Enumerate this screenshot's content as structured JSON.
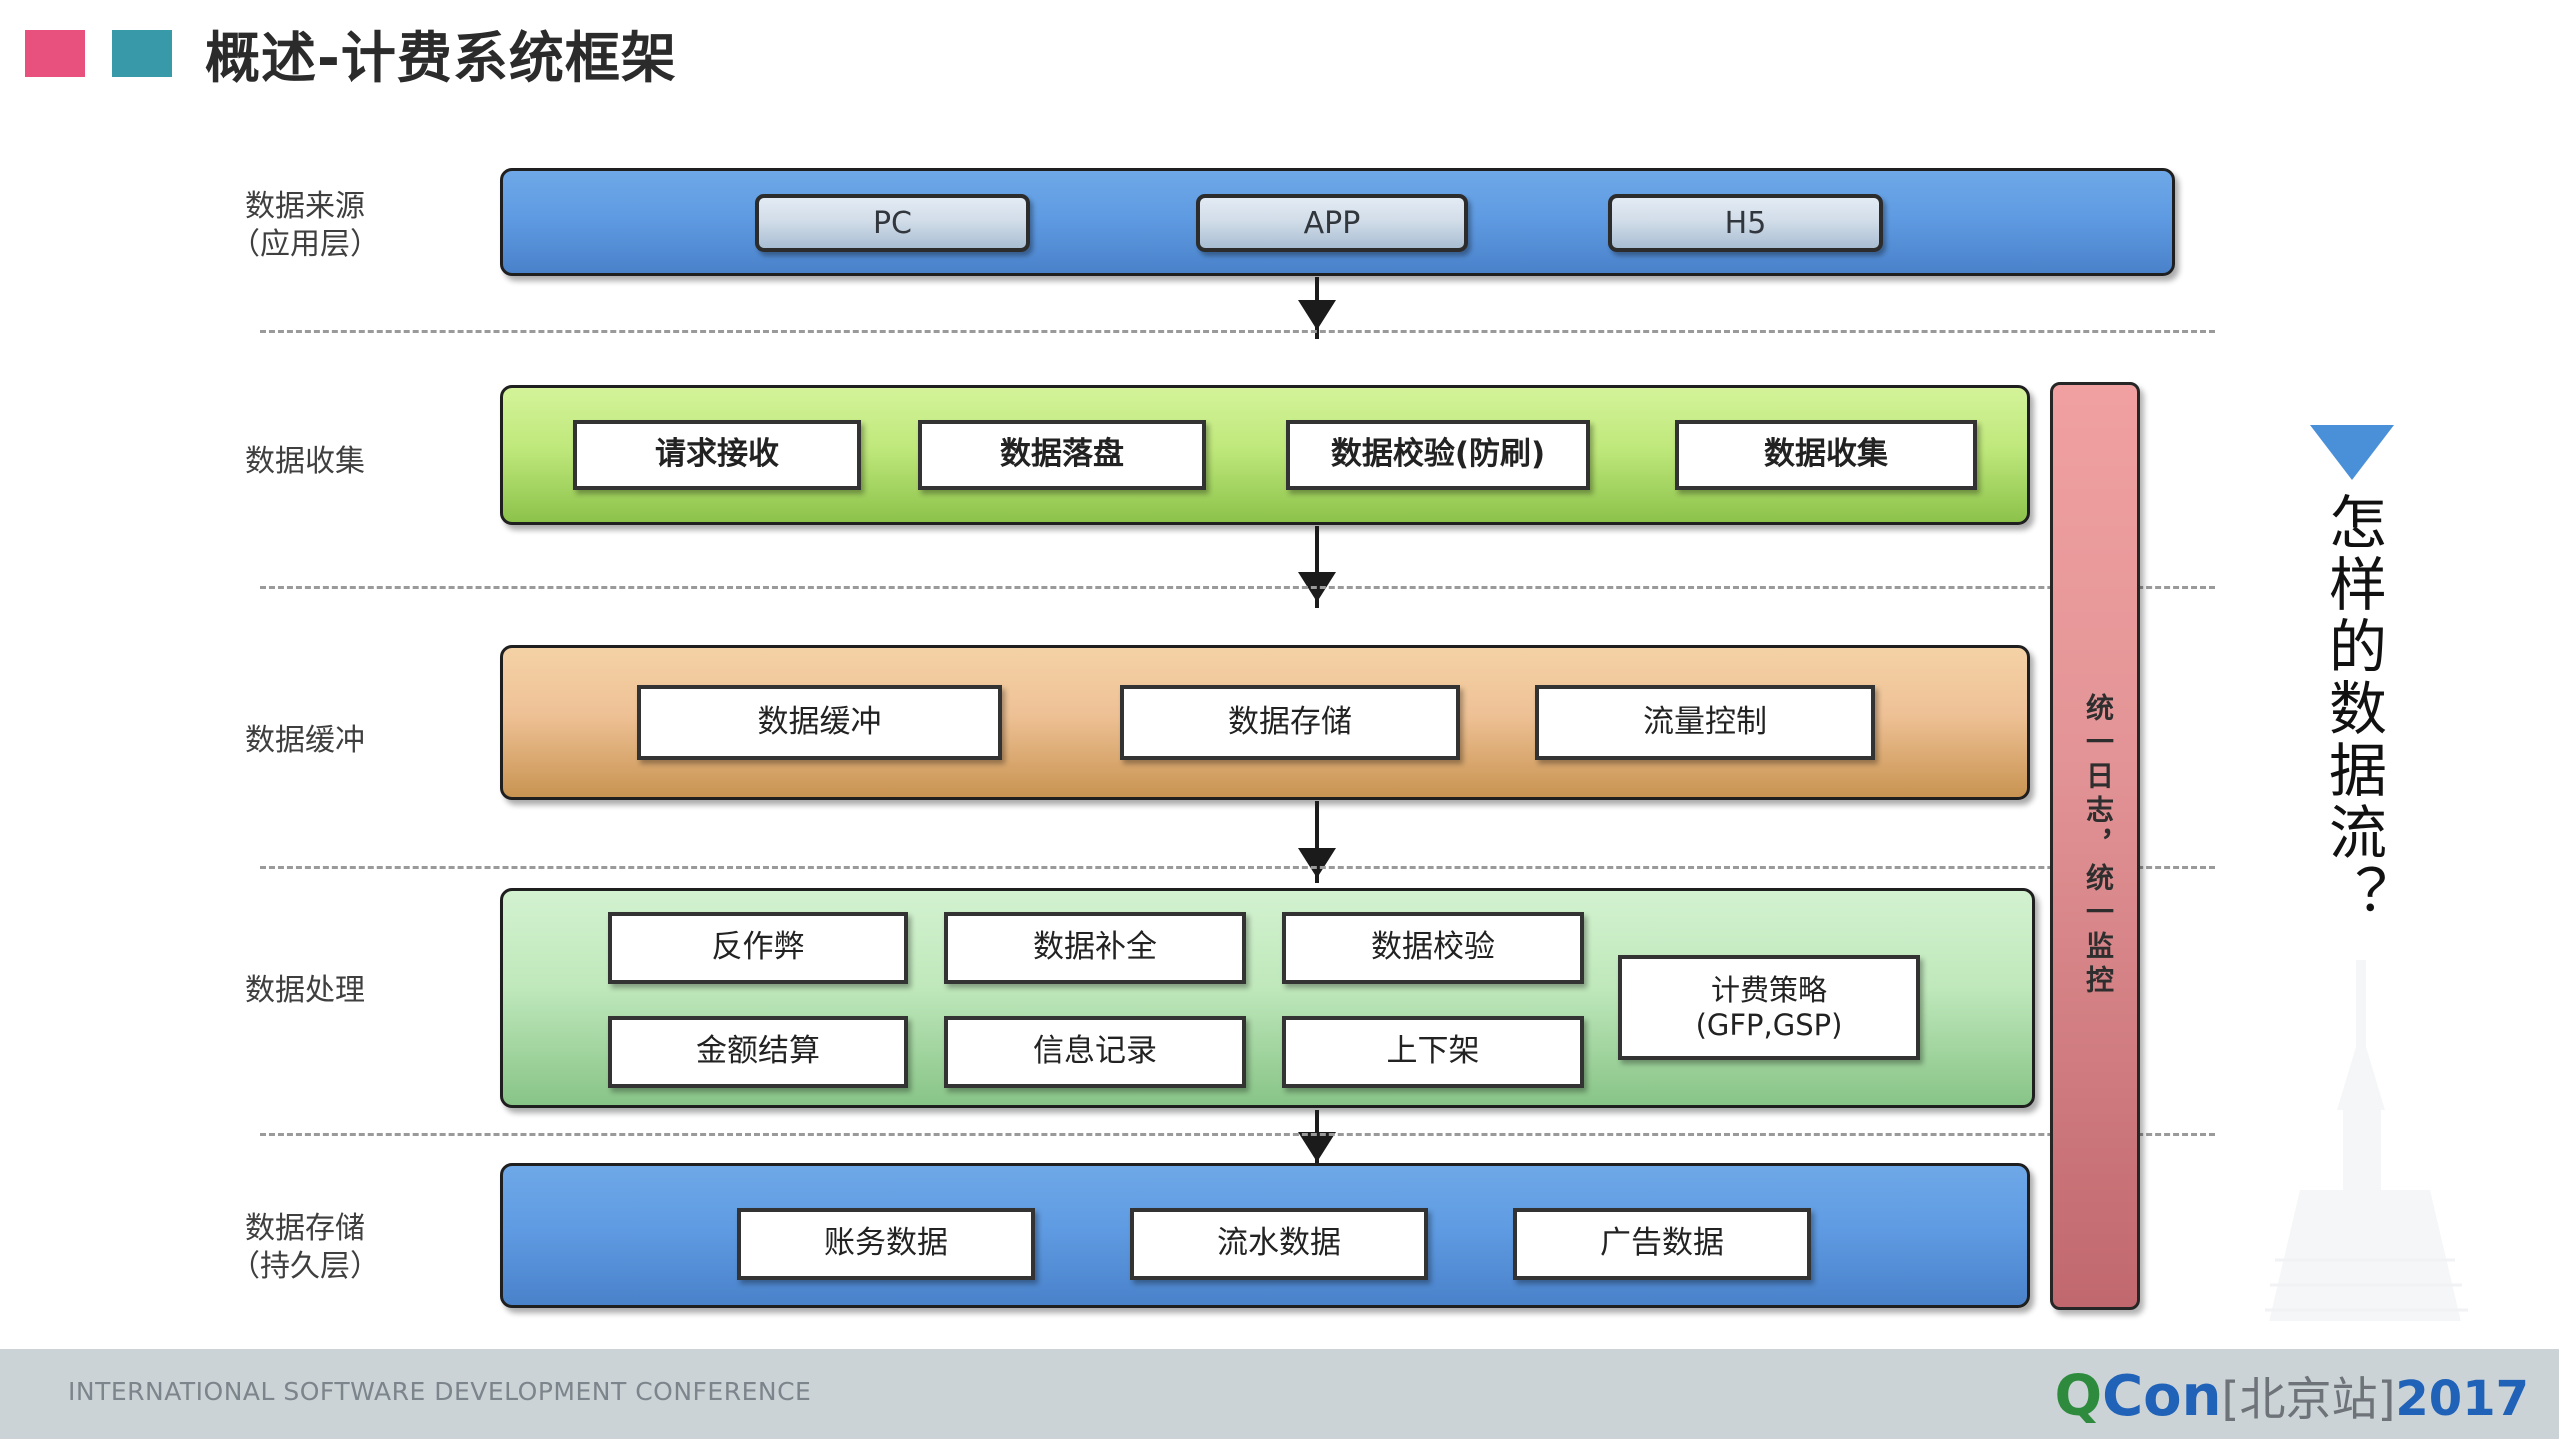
{
  "slide": {
    "title": "概述-计费系统框架",
    "accent_pink": "#e8507d",
    "accent_teal": "#3899a8"
  },
  "rows": [
    {
      "id": "source",
      "label": "数据来源\n（应用层）",
      "band_color": "#5f9be2",
      "items": [
        "PC",
        "APP",
        "H5"
      ]
    },
    {
      "id": "collect",
      "label": "数据收集",
      "band_color": "#bfe87b",
      "items": [
        "请求接收",
        "数据落盘",
        "数据校验(防刷)",
        "数据收集"
      ]
    },
    {
      "id": "buffer",
      "label": "数据缓冲",
      "band_color": "#eec195",
      "items": [
        "数据缓冲",
        "数据存储",
        "流量控制"
      ]
    },
    {
      "id": "process",
      "label": "数据处理",
      "band_color": "#bfe8bb",
      "items_row1": [
        "反作弊",
        "数据补全",
        "数据校验"
      ],
      "items_row2": [
        "金额结算",
        "信息记录",
        "上下架"
      ],
      "policy_box": "计费策略\n(GFP,GSP)"
    },
    {
      "id": "storage",
      "label": "数据存储\n（持久层）",
      "band_color": "#5f9be2",
      "items": [
        "账务数据",
        "流水数据",
        "广告数据"
      ]
    }
  ],
  "monitor_bar": {
    "text": "统一日志，统一监控",
    "color": "#d98a8e"
  },
  "callout": {
    "triangle_color": "#4a90d9",
    "question": "怎样的数据流？"
  },
  "footer": {
    "conference": "INTERNATIONAL SOFTWARE DEVELOPMENT CONFERENCE",
    "logo_q": "Q",
    "logo_con": "Con",
    "logo_city": "[北京站]",
    "logo_year": "2017"
  }
}
